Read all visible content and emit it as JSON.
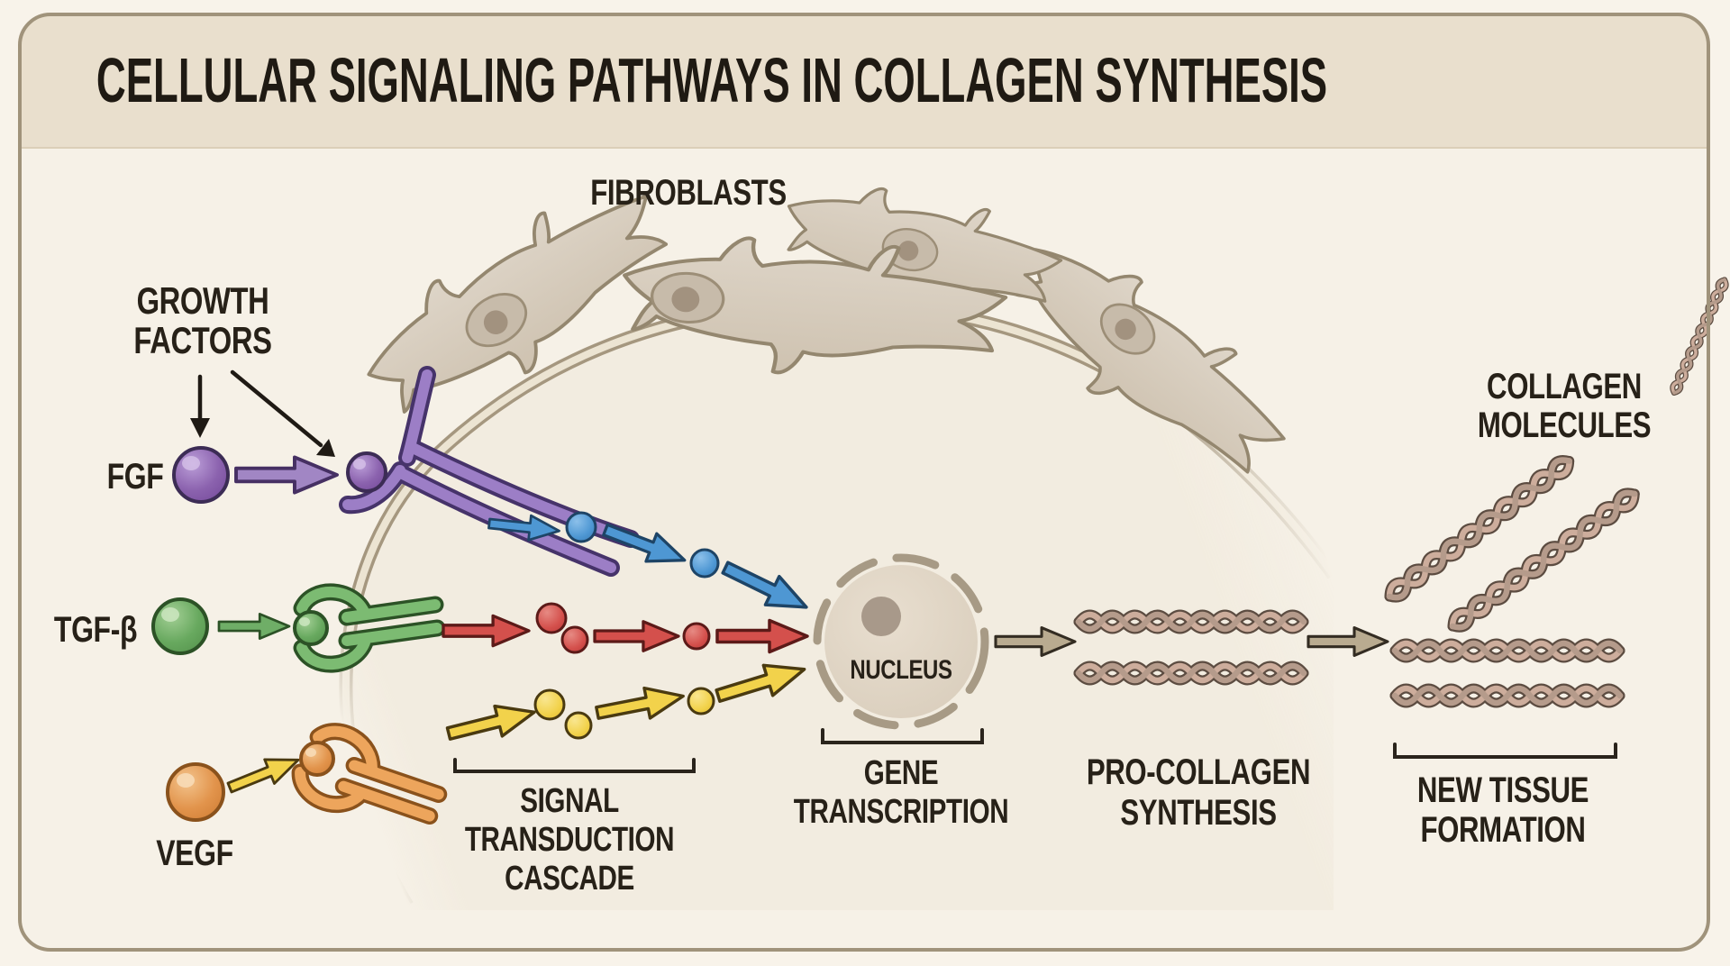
{
  "title": "CELLULAR SIGNALING PATHWAYS IN COLLAGEN SYNTHESIS",
  "labels": {
    "fibroblasts": "FIBROBLASTS",
    "growth_factors": [
      "GROWTH",
      "FACTORS"
    ],
    "ligands": {
      "fgf": "FGF",
      "tgf": "TGF-β",
      "vegf": "VEGF"
    },
    "cascade": [
      "SIGNAL",
      "TRANSDUCTION",
      "CASCADE"
    ],
    "nucleus": "NUCLEUS",
    "gene_transcription": [
      "GENE",
      "TRANSCRIPTION"
    ],
    "pro_collagen": [
      "PRO-COLLAGEN",
      "SYNTHESIS"
    ],
    "collagen_molecules": [
      "COLLAGEN",
      "MOLECULES"
    ],
    "new_tissue": [
      "NEW TISSUE",
      "FORMATION"
    ]
  },
  "colors": {
    "background": "#f8f3ea",
    "panel": "#f6f1e7",
    "title_band": "#e9dfcd",
    "border": "#a0937b",
    "text": "#272118",
    "fgf_purple": "#8b62ae",
    "tgf_green": "#68a95f",
    "vegf_orange": "#e2944c",
    "cascade_blue": "#4e97d3",
    "cascade_red": "#d4504c",
    "cascade_yellow": "#f2d24b",
    "membrane": "#a5977f",
    "fibroblast_fill": "#d8cec0",
    "nucleus_fill": "#ded3c3",
    "collagen_strand": "#c3a391",
    "process_arrow_tan": "#b9ab90"
  }
}
